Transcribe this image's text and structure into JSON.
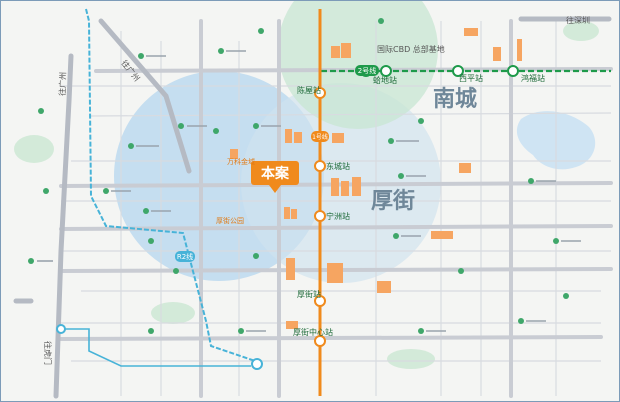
{
  "map": {
    "project_label": "本案",
    "districts": [
      {
        "id": "nancheng",
        "label": "南城"
      },
      {
        "id": "houjie",
        "label": "厚街"
      }
    ],
    "highways": [
      {
        "id": "guangzhou-top",
        "label": "往广州"
      },
      {
        "id": "guangzhou-left",
        "label": "往广州"
      },
      {
        "id": "shenzhen",
        "label": "往深圳"
      },
      {
        "id": "humen",
        "label": "往虎门"
      }
    ],
    "metro_lines": [
      {
        "id": "line2",
        "label": "2号线",
        "color": "#1e9a4a"
      },
      {
        "id": "line1",
        "label": "1号线",
        "color": "#f08a1c"
      },
      {
        "id": "r2",
        "label": "R2线",
        "color": "#47b3d8"
      }
    ],
    "stations": [
      {
        "id": "chenwu",
        "label": "陈屋站"
      },
      {
        "id": "hongfu",
        "label": "鸿福站"
      },
      {
        "id": "xiping",
        "label": "西平站"
      },
      {
        "id": "dongfu",
        "label": "蛤地站"
      },
      {
        "id": "dongcheng",
        "label": "东城站"
      },
      {
        "id": "donghu",
        "label": "宁洲站"
      },
      {
        "id": "xiangshan",
        "label": "厚街站"
      },
      {
        "id": "zhongxin",
        "label": "厚街中心站"
      }
    ],
    "landmarks": [
      {
        "id": "cbd",
        "label": "国际CBD 总部基地"
      },
      {
        "id": "wanda",
        "label": "万科金域"
      },
      {
        "id": "houjie-park",
        "label": "厚街公园"
      }
    ],
    "colors": {
      "circle_blue": "#bcd9ee",
      "circle_green": "#c8e6d3",
      "road": "#c9ccd3",
      "label_orange": "#f08a1c",
      "district_text": "#6f8799"
    }
  }
}
